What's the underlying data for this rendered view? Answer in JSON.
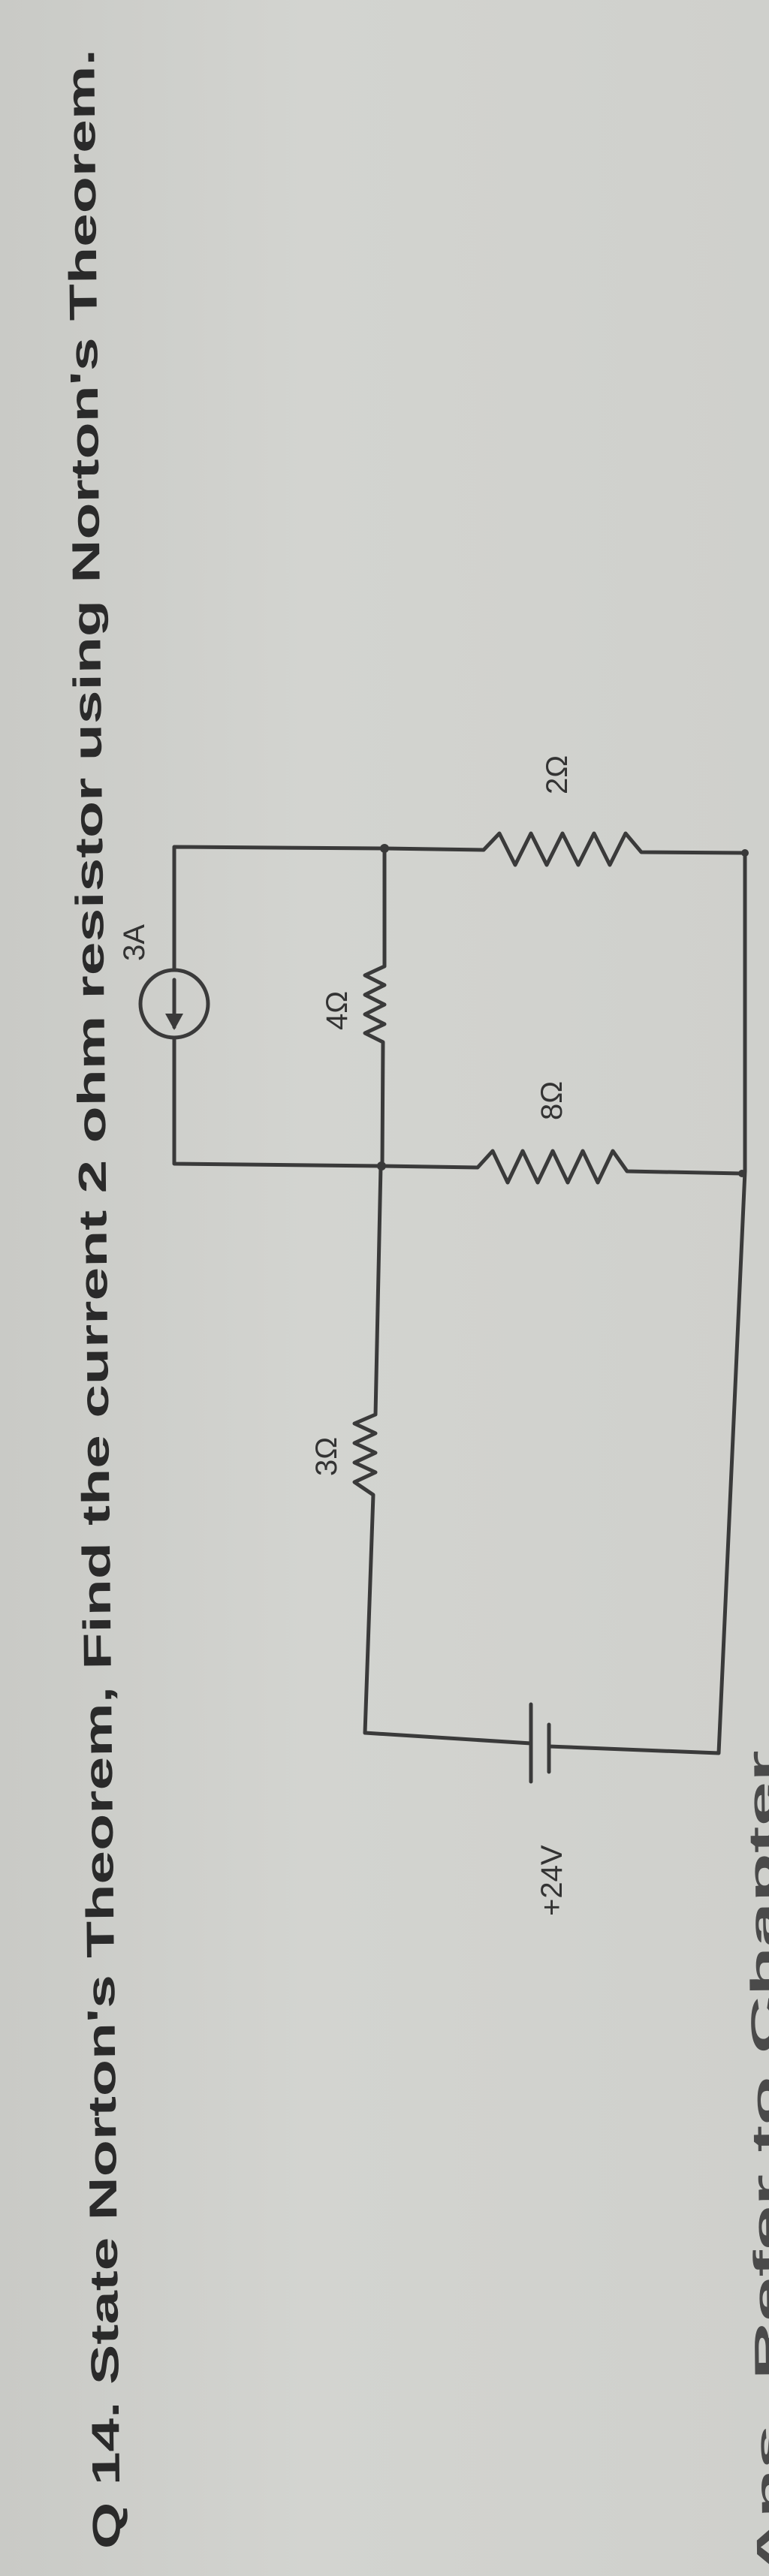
{
  "question": {
    "text": "Q 14. State Norton's Theorem, Find the current 2 ohm resistor using Norton's Theorem."
  },
  "answer_partial": "Ans. Refer to Chapter",
  "circuit": {
    "current_source": {
      "label": "3A",
      "direction": "down",
      "icon": "current-source-arrow"
    },
    "voltage_source": {
      "label": "+24V",
      "icon": "battery"
    },
    "resistors": [
      {
        "id": "r2",
        "label": "2Ω"
      },
      {
        "id": "r4",
        "label": "4Ω"
      },
      {
        "id": "r8",
        "label": "8Ω"
      },
      {
        "id": "r3",
        "label": "3Ω"
      }
    ]
  },
  "colors": {
    "paper": "#cfd0cc",
    "ink": "#3a3a3a"
  }
}
